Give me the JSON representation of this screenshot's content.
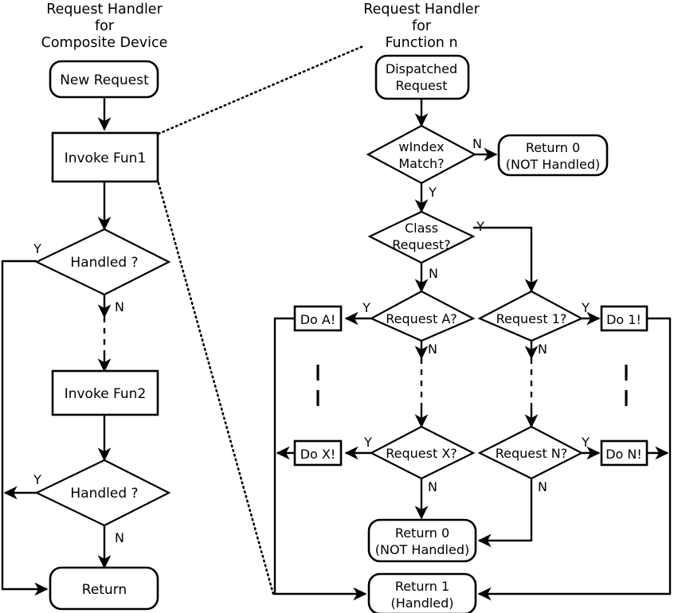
{
  "diagram": {
    "title_left": {
      "line1": "Request Handler",
      "line2": "for",
      "line3": "Composite Device"
    },
    "title_right": {
      "line1": "Request Handler",
      "line2": "for",
      "line3": "Function n"
    }
  },
  "left_flow": {
    "new_request": "New Request",
    "invoke_fun1": "Invoke Fun1",
    "handled_1": "Handled ?",
    "invoke_fun2": "Invoke Fun2",
    "handled_2": "Handled ?",
    "return": "Return",
    "labels": {
      "handled1_yes": "Y",
      "handled1_no": "N",
      "handled2_yes": "Y",
      "handled2_no": "N"
    }
  },
  "right_flow": {
    "dispatched_request": {
      "line1": "Dispatched",
      "line2": "Request"
    },
    "windex_match": {
      "line1": "wIndex",
      "line2": "Match?"
    },
    "return_0_top": {
      "line1": "Return 0",
      "line2": "(NOT Handled)"
    },
    "class_request": {
      "line1": "Class",
      "line2": "Request?"
    },
    "request_a": "Request A?",
    "request_x": "Request X?",
    "request_1": "Request 1?",
    "request_n": "Request N?",
    "do_a": "Do A!",
    "do_x": "Do X!",
    "do_1": "Do 1!",
    "do_n": "Do N!",
    "return_0_bottom": {
      "line1": "Return 0",
      "line2": "(NOT Handled)"
    },
    "return_1": {
      "line1": "Return 1",
      "line2": "(Handled)"
    },
    "labels": {
      "windex_no": "N",
      "windex_yes": "Y",
      "class_yes": "Y",
      "class_no": "N",
      "req_a_yes": "Y",
      "req_a_no": "N",
      "req_x_yes": "Y",
      "req_x_no": "N",
      "req_1_yes": "Y",
      "req_1_no": "N",
      "req_n_yes": "Y",
      "req_n_no": "N"
    }
  },
  "colors": {
    "stroke": "#000000",
    "fill": "#ffffff",
    "background": "#ffffff"
  }
}
